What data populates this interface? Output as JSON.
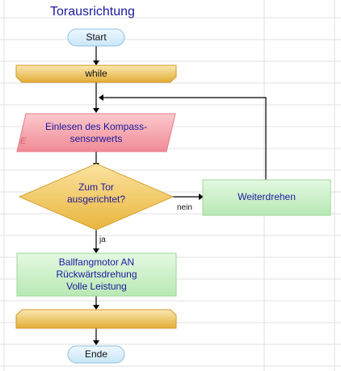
{
  "diagram": {
    "title": "Torausrichtung",
    "nodes": {
      "start": "Start",
      "while": "while",
      "input_line1": "Einlesen des Kompass-",
      "input_line2": "sensorwerts",
      "input_marker": "E",
      "decision_line1": "Zum Tor",
      "decision_line2": "ausgerichtet?",
      "rotate": "Weiterdrehen",
      "action_line1": "Ballfangmotor AN",
      "action_line2": "Rückwärtsdrehung",
      "action_line3": "Volle Leistung",
      "loop_end": "",
      "end": "Ende"
    },
    "edges": {
      "no": "nein",
      "yes": "ja"
    }
  },
  "colors": {
    "terminal_fill": "#d6edfa",
    "terminal_stroke": "#8fc0dc",
    "loop_fill": "#f0c050",
    "input_fill": "#f7a5ad",
    "decision_fill": "#f2c653",
    "process_fill": "#c9f0c6",
    "process_stroke": "#9ed79a",
    "text_blue": "#1a1aa0"
  }
}
